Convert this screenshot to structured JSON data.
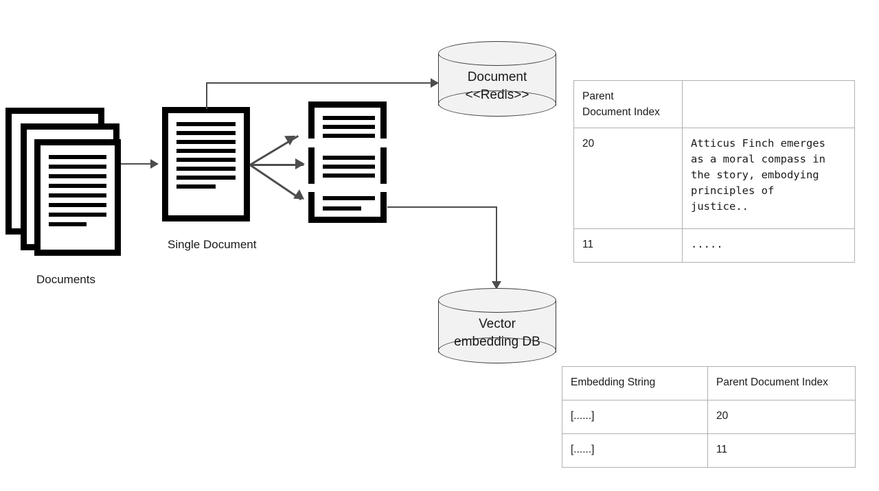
{
  "diagram": {
    "title": "Parent document retrieval indexing flow",
    "captions": {
      "documents": "Documents",
      "single_document": "Single Document"
    },
    "nodes": [
      {
        "id": "documents-stack",
        "type": "document-stack",
        "label": "Documents"
      },
      {
        "id": "single-document",
        "type": "document",
        "label": "Single Document"
      },
      {
        "id": "chunk-1",
        "type": "document-chunk",
        "label": ""
      },
      {
        "id": "chunk-2",
        "type": "document-chunk",
        "label": ""
      },
      {
        "id": "chunk-3",
        "type": "document-chunk",
        "label": ""
      },
      {
        "id": "document-store",
        "type": "database-cylinder",
        "line1": "Document",
        "line2": "<<Redis>>"
      },
      {
        "id": "vector-store",
        "type": "database-cylinder",
        "line1": "Vector",
        "line2": "embedding DB"
      }
    ],
    "edges": [
      {
        "from": "documents-stack",
        "to": "single-document",
        "style": "arrow"
      },
      {
        "from": "single-document",
        "to": "document-store",
        "style": "elbow-arrow"
      },
      {
        "from": "single-document",
        "to": "chunk-1",
        "style": "arrow"
      },
      {
        "from": "single-document",
        "to": "chunk-2",
        "style": "arrow"
      },
      {
        "from": "single-document",
        "to": "chunk-3",
        "style": "arrow"
      },
      {
        "from": "chunk-3",
        "to": "vector-store",
        "style": "elbow-arrow"
      }
    ]
  },
  "document_store_table": {
    "columns": [
      "Parent\nDocument Index",
      ""
    ],
    "header": {
      "col1": "Parent",
      "col1_line2": "Document Index",
      "col2": ""
    },
    "rows": [
      {
        "index": "20",
        "content": "Atticus Finch emerges\nas a moral compass in\nthe story, embodying\nprinciples of\njustice.."
      },
      {
        "index": "11",
        "content": "....."
      }
    ]
  },
  "vector_store_table": {
    "columns": [
      "Embedding String",
      "Parent Document Index"
    ],
    "rows": [
      {
        "embedding": "[......]",
        "parent_index": "20"
      },
      {
        "embedding": "[......]",
        "parent_index": "11"
      }
    ]
  },
  "colors": {
    "background": "#ffffff",
    "icon_stroke": "#000000",
    "connector": "#4d4d4d",
    "cylinder_fill": "#f2f2f2",
    "cylinder_stroke": "#3a3a3a",
    "table_border": "#b0b0b0",
    "mono_text": "#1a7a33",
    "text": "#1a1a1a"
  }
}
